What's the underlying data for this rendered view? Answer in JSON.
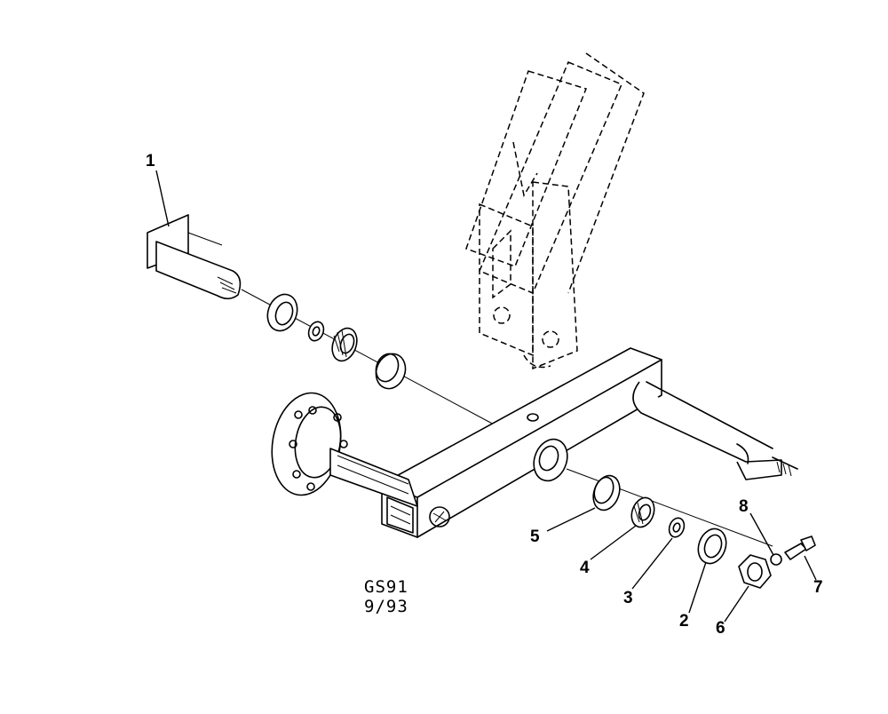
{
  "drawing": {
    "code": "GS91",
    "date": "9/93"
  },
  "callouts": [
    {
      "id": "1",
      "label": "1"
    },
    {
      "id": "2",
      "label": "2"
    },
    {
      "id": "3",
      "label": "3"
    },
    {
      "id": "4",
      "label": "4"
    },
    {
      "id": "5",
      "label": "5"
    },
    {
      "id": "6",
      "label": "6"
    },
    {
      "id": "7",
      "label": "7"
    },
    {
      "id": "8",
      "label": "8"
    }
  ]
}
